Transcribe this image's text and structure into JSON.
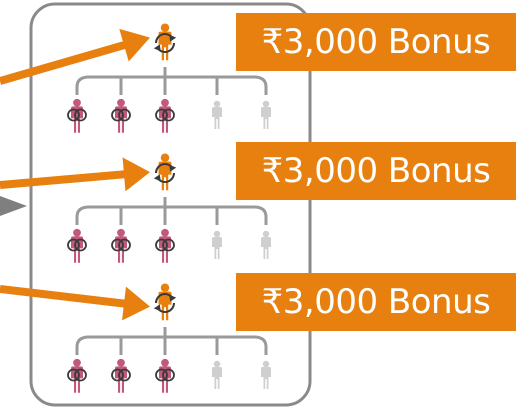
{
  "badges": [
    {
      "text": "₹3,000 Bonus"
    },
    {
      "text": "₹3,000 Bonus"
    },
    {
      "text": "₹3,000 Bonus"
    }
  ],
  "colors": {
    "accent": "#e7800e",
    "referral_person": "#c2587a",
    "inactive_person": "#cfcfcf",
    "frame_border": "#8a8a8a",
    "connector_line": "#9a9a9a",
    "left_pointer": "#7f7f7f"
  },
  "icons": {
    "referrer": "person-with-cycle-arrows-icon",
    "referral": "person-with-link-icon",
    "inactive": "person-icon"
  },
  "groups": [
    {
      "active_referrals": 3,
      "inactive_slots": 2
    },
    {
      "active_referrals": 3,
      "inactive_slots": 2
    },
    {
      "active_referrals": 3,
      "inactive_slots": 2
    }
  ]
}
